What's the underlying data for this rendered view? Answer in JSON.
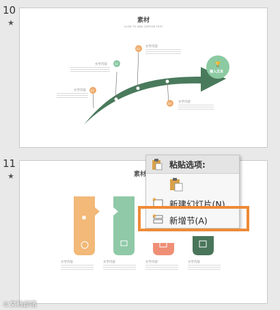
{
  "slides": [
    {
      "number": "10",
      "title": "素材",
      "subtitle": "CLICK TO ADD CAPTION TEXT",
      "labels": [
        "文字内容",
        "文字内容",
        "文字内容",
        "文字内容"
      ],
      "badges": [
        "01",
        "02",
        "03",
        "04"
      ],
      "target_label": "输入文本"
    },
    {
      "number": "11",
      "title": "素材",
      "labels": [
        "文字内容",
        "文字内容",
        "文字内容",
        "文字内容"
      ]
    }
  ],
  "context_menu": {
    "header": "粘贴选项:",
    "items": [
      {
        "label": "新建幻灯片(N)"
      },
      {
        "label": "新增节(A)"
      }
    ]
  },
  "watermark": "©文档部落",
  "colors": {
    "accent_green": "#4a7a5c",
    "badge_orange": "#efaa6a",
    "badge_green": "#86c6a0",
    "target_green": "#8ccaa2",
    "card_orange": "#f2b978",
    "card_green": "#8fc9a7",
    "card_red": "#ee8f76",
    "card_dark": "#49755a",
    "highlight": "#ee8a36"
  }
}
